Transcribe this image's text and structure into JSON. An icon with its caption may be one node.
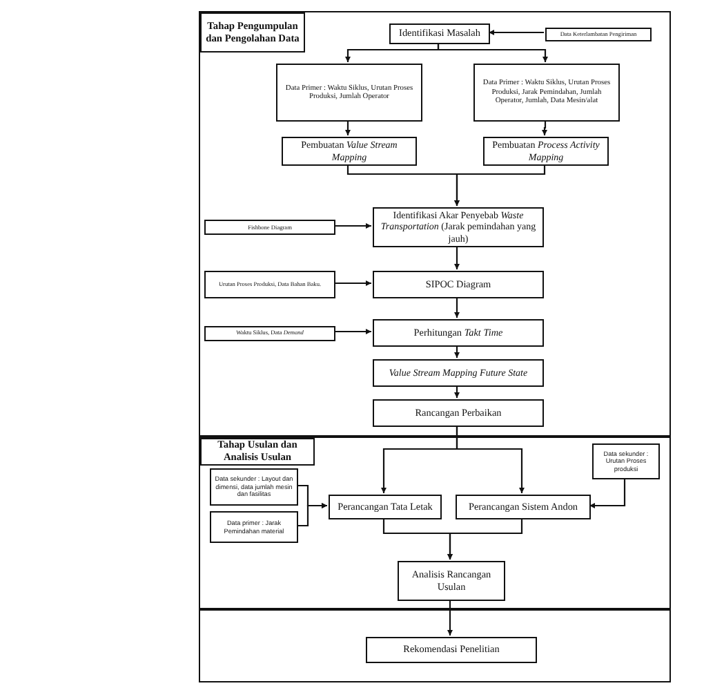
{
  "diagram": {
    "nodes": [
      {
        "text": [],
        "shape": "box"
      },
      {
        "text": [
          "Tahap Pengumpulan dan Pengolahan Data"
        ],
        "in": 0
      },
      {
        "text": [
          "Identifikasi Masalah"
        ],
        "in": 0
      },
      {
        "text": [
          "Data Keterlambatan Pengiriman"
        ],
        "in": 0
      },
      {
        "text": [
          "Data Primer : Waktu Siklus, Urutan Proses Produksi, Jumlah Operator"
        ],
        "in": 0
      },
      {
        "text": [
          "Data Primer : Waktu Siklus, Urutan Proses Produksi, Jarak Pemindahan, Jumlah Operator, Jumlah, Data Mesin/alat"
        ],
        "in": 0
      },
      {
        "text": [
          "Pembuatan *Value Stream Mapping*"
        ],
        "in": 0
      },
      {
        "text": [
          "Pembuatan *Process Activity Mapping*"
        ],
        "in": 0
      },
      {
        "text": [
          "Identifikasi Akar Penyebab *Waste Transportation* (Jarak pemindahan yang jauh)"
        ],
        "in": 0
      },
      {
        "text": [
          "Fishbone Diagram"
        ],
        "in": 0
      },
      {
        "text": [
          "SIPOC Diagram"
        ],
        "in": 0
      },
      {
        "text": [
          "Urutan Proses Produksi, Data Bahan Baku."
        ],
        "in": 0
      },
      {
        "text": [
          "Perhitungan *Takt Time*"
        ],
        "in": 0
      },
      {
        "text": [
          "Waktu Siklus, Data *Demand*"
        ],
        "in": 0
      },
      {
        "text": [
          "Value Stream Mapping Future State"
        ],
        "in": 0
      },
      {
        "text": [
          "Rancangan Perbaikan"
        ],
        "in": 0
      },
      {
        "text": [],
        "shape": "box"
      },
      {
        "text": [
          "Tahap Usulan dan Analisis Usulan"
        ],
        "in": 16
      },
      {
        "text": [
          "Data sekunder : Layout dan dimensi, data jumlah mesin dan fasilitas"
        ],
        "in": 16
      },
      {
        "text": [
          "Data primer : Jarak Pemindahan material"
        ],
        "in": 16
      },
      {
        "text": [
          "Perancangan Tata Letak"
        ],
        "in": 16
      },
      {
        "text": [
          "Perancangan Sistem Andon"
        ],
        "in": 16
      },
      {
        "text": [
          "Data sekunder : Urutan Proses produksi"
        ],
        "in": 16
      },
      {
        "text": [
          "Analisis Rancangan Usulan"
        ],
        "in": 16
      },
      {
        "text": [],
        "shape": "box"
      },
      {
        "text": [
          "Rekomendasi Penelitian"
        ],
        "in": 24
      }
    ],
    "edges": [
      {
        "from": 3,
        "to": 2,
        "arrow": "to"
      },
      {
        "from": 2,
        "to": 4,
        "arrow": "to"
      },
      {
        "from": 2,
        "to": 5,
        "arrow": "to"
      },
      {
        "from": 4,
        "to": 6,
        "arrow": "to"
      },
      {
        "from": 5,
        "to": 7,
        "arrow": "to"
      },
      {
        "from": 6,
        "to": 8,
        "arrow": "to"
      },
      {
        "from": 7,
        "to": 8,
        "arrow": "to"
      },
      {
        "from": 9,
        "to": 8,
        "arrow": "to"
      },
      {
        "from": 8,
        "to": 10,
        "arrow": "to"
      },
      {
        "from": 11,
        "to": 10,
        "arrow": "to"
      },
      {
        "from": 10,
        "to": 12,
        "arrow": "to"
      },
      {
        "from": 13,
        "to": 12,
        "arrow": "to"
      },
      {
        "from": 12,
        "to": 14,
        "arrow": "to"
      },
      {
        "from": 14,
        "to": 15,
        "arrow": "to"
      },
      {
        "from": 15,
        "to": 20,
        "arrow": "to"
      },
      {
        "from": 15,
        "to": 21,
        "arrow": "to"
      },
      {
        "from": 18,
        "to": 20,
        "arrow": "to"
      },
      {
        "from": 19,
        "to": 20,
        "arrow": "to"
      },
      {
        "from": 22,
        "to": 21,
        "arrow": "to"
      },
      {
        "from": 20,
        "to": 23,
        "arrow": "to"
      },
      {
        "from": 21,
        "to": 23,
        "arrow": "to"
      },
      {
        "from": 23,
        "to": 25,
        "arrow": "to"
      }
    ]
  }
}
